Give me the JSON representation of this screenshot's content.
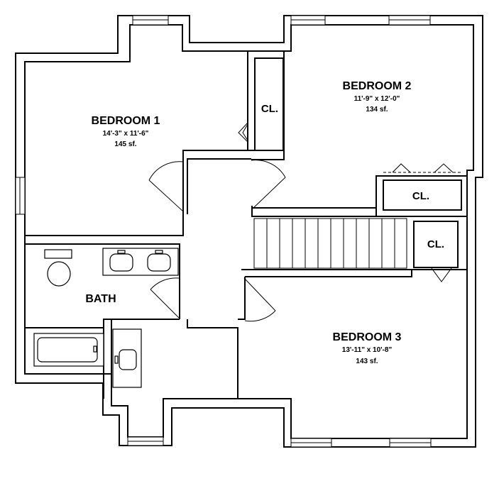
{
  "rooms": {
    "bedroom1": {
      "name": "BEDROOM 1",
      "dims": "14'-3\" x 11'-6\"",
      "area": "145 sf."
    },
    "bedroom2": {
      "name": "BEDROOM 2",
      "dims": "11'-9\" x 12'-0\"",
      "area": "134 sf."
    },
    "bedroom3": {
      "name": "BEDROOM 3",
      "dims": "13'-11\" x 10'-8\"",
      "area": "143 sf."
    },
    "bath": {
      "name": "BATH"
    }
  },
  "closets": {
    "cl1": "CL.",
    "cl2": "CL.",
    "cl3": "CL."
  },
  "colors": {
    "line": "#000000",
    "background": "#ffffff"
  }
}
